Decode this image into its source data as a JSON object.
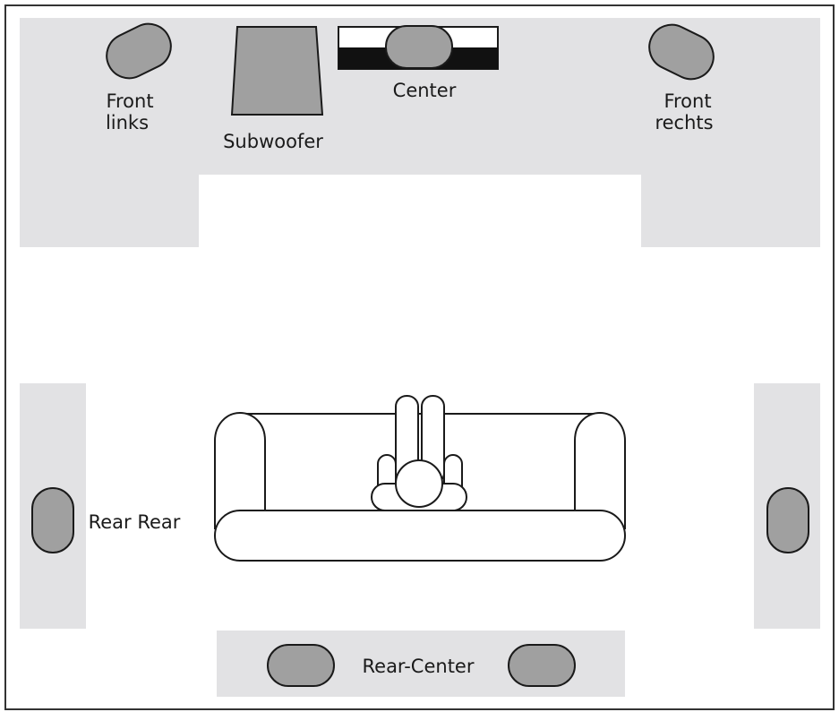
{
  "labels": {
    "front_left_line1": "Front",
    "front_left_line2": "links",
    "subwoofer": "Subwoofer",
    "center": "Center",
    "front_right_line1": "Front",
    "front_right_line2": "rechts",
    "rear_left": "Rear Rear",
    "rear_center": "Rear-Center"
  },
  "colors": {
    "zone": "#e2e2e4",
    "speaker": "#a0a0a0",
    "outline": "#1a1a1a",
    "background": "#ffffff"
  }
}
